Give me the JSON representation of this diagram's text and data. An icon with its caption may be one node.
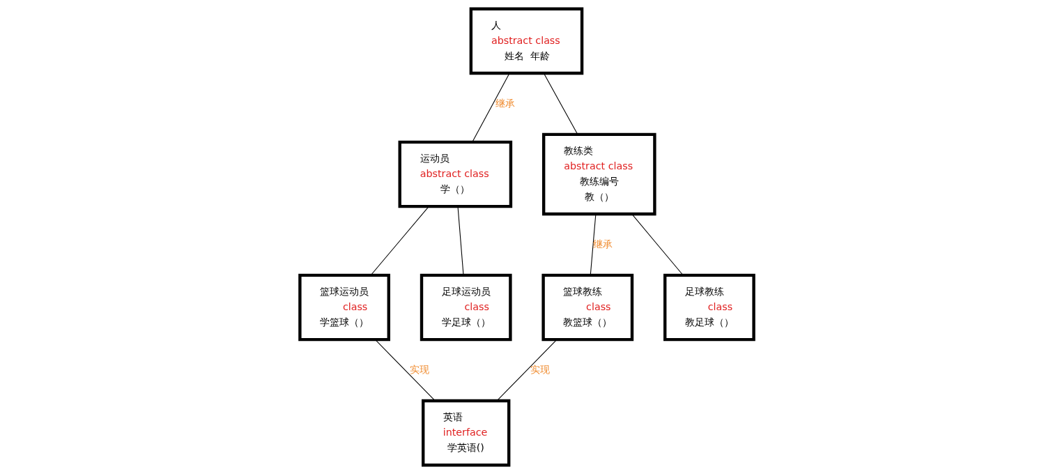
{
  "diagram": {
    "nodes": [
      {
        "text": [
          "人",
          "abstract class",
          "姓名  年龄"
        ]
      },
      {
        "text": [
          "运动员",
          "abstract class",
          "学（）"
        ]
      },
      {
        "text": [
          "教练类",
          "abstract class",
          "教练编号",
          "教（）"
        ]
      },
      {
        "text": [
          "篮球运动员",
          "class",
          "学篮球（）"
        ]
      },
      {
        "text": [
          "足球运动员",
          "class",
          "学足球（）"
        ]
      },
      {
        "text": [
          "篮球教练",
          "class",
          "教篮球（）"
        ]
      },
      {
        "text": [
          "足球教练",
          "class",
          "教足球（）"
        ]
      },
      {
        "text": [
          "英语",
          "interface",
          "学英语()"
        ]
      }
    ],
    "edges": [
      {
        "from": 0,
        "to": 1,
        "arrow": "none",
        "label": "继承"
      },
      {
        "from": 0,
        "to": 2,
        "arrow": "none"
      },
      {
        "from": 1,
        "to": 3,
        "arrow": "none"
      },
      {
        "from": 1,
        "to": 4,
        "arrow": "none"
      },
      {
        "from": 2,
        "to": 5,
        "arrow": "none",
        "label": "继承"
      },
      {
        "from": 2,
        "to": 6,
        "arrow": "none"
      },
      {
        "from": 3,
        "to": 7,
        "arrow": "none",
        "label": "实现"
      },
      {
        "from": 5,
        "to": 7,
        "arrow": "none",
        "label": "实现"
      }
    ]
  }
}
